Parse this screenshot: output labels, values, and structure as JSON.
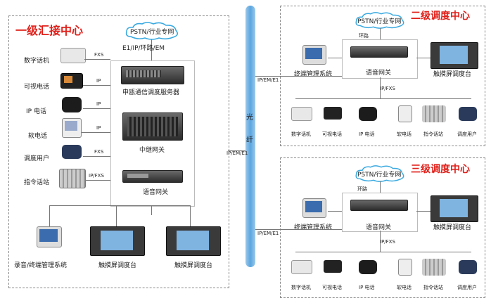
{
  "left_center": {
    "title": "一级汇接中心",
    "cloud_label": "PSTN/行业专网",
    "uplink_label": "E1/IP/环路/EM",
    "server_label": "申瓯通信调度服务器",
    "trunk_label": "中继网关",
    "voice_label": "语音网关",
    "terminals": [
      {
        "label": "数字话机",
        "link": "FXS"
      },
      {
        "label": "可视电话",
        "link": "IP"
      },
      {
        "label": "IP 电话",
        "link": "IP"
      },
      {
        "label": "软电话",
        "link": "IP"
      },
      {
        "label": "调度用户",
        "link": "FXS"
      },
      {
        "label": "指令话站",
        "link": "IP/FXS"
      }
    ],
    "bottom": [
      "录音/终端管理系统",
      "触摸屏调度台",
      "触摸屏调度台"
    ]
  },
  "fiber": {
    "chars": [
      "光",
      "纤"
    ],
    "left_link": "IP/EM/E1"
  },
  "upper_right": {
    "title": "二级调度中心",
    "cloud_label": "PSTN/行业专网",
    "loop_label": "环路",
    "mgmt_label": "终端管理系统",
    "gateway_label": "语音网关",
    "console_label": "触摸屏调度台",
    "link_label": "IP/EM/E1",
    "bus_label": "IP/FXS",
    "devices": [
      "数字话机",
      "可视电话",
      "IP 电话",
      "软电话",
      "指令话站",
      "调度用户"
    ]
  },
  "lower_right": {
    "title": "三级调度中心",
    "cloud_label": "PSTN/行业专网",
    "loop_label": "环路",
    "mgmt_label": "终端管理系统",
    "gateway_label": "语音网关",
    "console_label": "触摸屏调度台",
    "link_label": "IP/EM/E1",
    "bus_label": "IP/FXS",
    "devices": [
      "数字话机",
      "可视电话",
      "IP 电话",
      "软电话",
      "指令话站",
      "调度用户"
    ]
  }
}
